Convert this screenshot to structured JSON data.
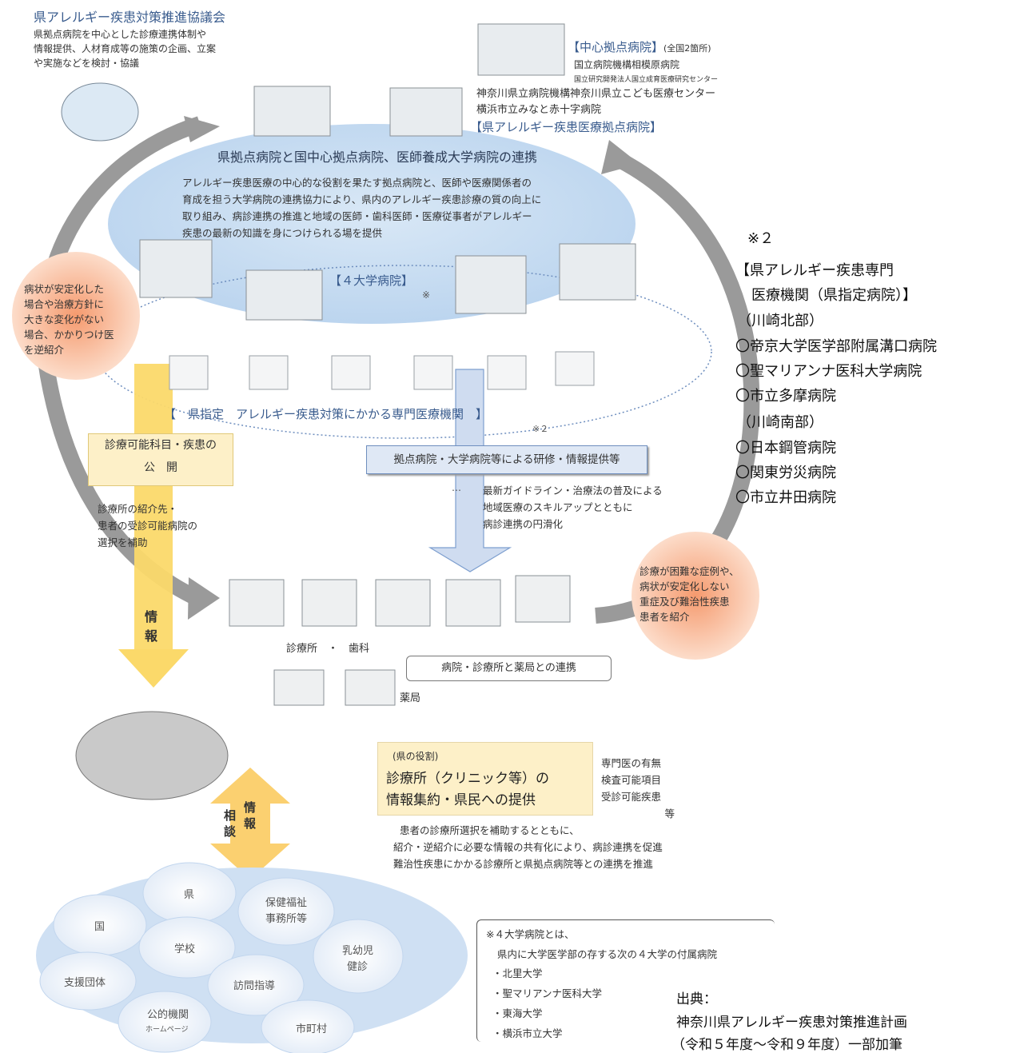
{
  "council": {
    "title": "県アレルギー疾患対策推進協議会",
    "desc": [
      "県拠点病院を中心とした診療連携体制や",
      "情報提供、人材育成等の施策の企画、立案",
      "や実施などを検討・協議"
    ]
  },
  "central": {
    "title": "【中心拠点病院】",
    "count": "(全国2箇所)",
    "items": [
      "国立病院機構相模原病院",
      "国立研究開発法人国立成育医療研究センター"
    ]
  },
  "base_hospitals": {
    "items": [
      "神奈川県立病院機構神奈川県立こども医療センター",
      "横浜市立みなと赤十字病院"
    ],
    "label": "【県アレルギー疾患医療拠点病院】"
  },
  "cooperation": {
    "title": "県拠点病院と国中心拠点病院、医師養成大学病院の連携",
    "desc": [
      "アレルギー疾患医療の中心的な役割を果たす拠点病院と、医師や医療関係者の",
      "育成を担う大学病院の連携協力により、県内のアレルギー疾患診療の質の向上に",
      "取り組み、病診連携の推進と地域の医師・歯科医師・医療従事者がアレルギー",
      "疾患の最新の知識を身につけられる場を提供"
    ]
  },
  "univ": {
    "label": "【４大学病院】",
    "mark": "※"
  },
  "designated": {
    "label": "【　県指定　アレルギー疾患対策にかかる専門医療機関　】",
    "mark": "※２"
  },
  "left_bubble": [
    "病状が安定化した",
    "場合や治療方針に",
    "大きな変化がない",
    "場合、かかりつけ医",
    "を逆紹介"
  ],
  "right_bubble": [
    "診療が困難な症例や、",
    "病状が安定化しない",
    "重症及び難治性疾患",
    "患者を紹介"
  ],
  "disclosure": {
    "line1": "診療可能科目・疾患の",
    "line2": "公　開"
  },
  "referral_text": [
    "診療所の紹介先・",
    "患者の受診可能病院の",
    "選択を補助"
  ],
  "info_vertical": [
    "情",
    "報"
  ],
  "training": {
    "box": "拠点病院・大学病院等による研修・情報提供等",
    "ellipsis": "…",
    "desc": [
      "最新ガイドライン・治療法の普及による",
      "地域医療のスキルアップとともに",
      "病診連携の円滑化"
    ]
  },
  "clinic": {
    "label": "診療所　・　歯科",
    "pharmacy": "薬局",
    "link_box": "病院・診療所と薬局との連携"
  },
  "role": {
    "tag": "(県の役割)",
    "line1": "診療所（クリニック等）の",
    "line2": "情報集約・県民への提供",
    "side": [
      "専門医の有無",
      "検査可能項目",
      "受診可能疾患",
      "等"
    ],
    "desc": [
      "患者の診療所選択を補助するとともに、",
      "紹介・逆紹介に必要な情報の共有化により、病診連携を促進",
      "難治性疾患にかかる診療所と県拠点病院等との連携を推進"
    ]
  },
  "consult_arrow": {
    "col1": [
      "相",
      "談"
    ],
    "col2": [
      "情",
      "報"
    ]
  },
  "bubbles": [
    "県",
    "保健福祉",
    "事務所等",
    "国",
    "学校",
    "乳幼児",
    "健診",
    "支援団体",
    "訪問指導",
    "公的機関",
    "ホームページ",
    "市町村"
  ],
  "univ_note": {
    "line1": "※４大学病院とは、",
    "line2": "県内に大学医学部の存する次の４大学の付属病院",
    "items": [
      "・北里大学",
      "・聖マリアンナ医科大学",
      "・東海大学",
      "・横浜市立大学"
    ]
  },
  "source": {
    "label": "出典：",
    "line1": "神奈川県アレルギー疾患対策推進計画",
    "line2": "（令和５年度～令和９年度）一部加筆"
  },
  "specialist_list": {
    "mark": "※２",
    "title1": "【県アレルギー疾患専門",
    "title2": "医療機関（県指定病院）】",
    "north": "（川崎北部）",
    "north_items": [
      "〇帝京大学医学部附属溝口病院",
      "〇聖マリアンナ医科大学病院",
      "〇市立多摩病院"
    ],
    "south": "（川崎南部）",
    "south_items": [
      "〇日本鋼管病院",
      "〇関東労災病院",
      "〇市立井田病院"
    ]
  },
  "colors": {
    "ellipse": "#c6dcf1",
    "yellow": "#fbd96a",
    "bubble": "#f3a47c",
    "grey_arrow": "#9a9a9a",
    "blue_arrow": "#bcd0ec"
  }
}
